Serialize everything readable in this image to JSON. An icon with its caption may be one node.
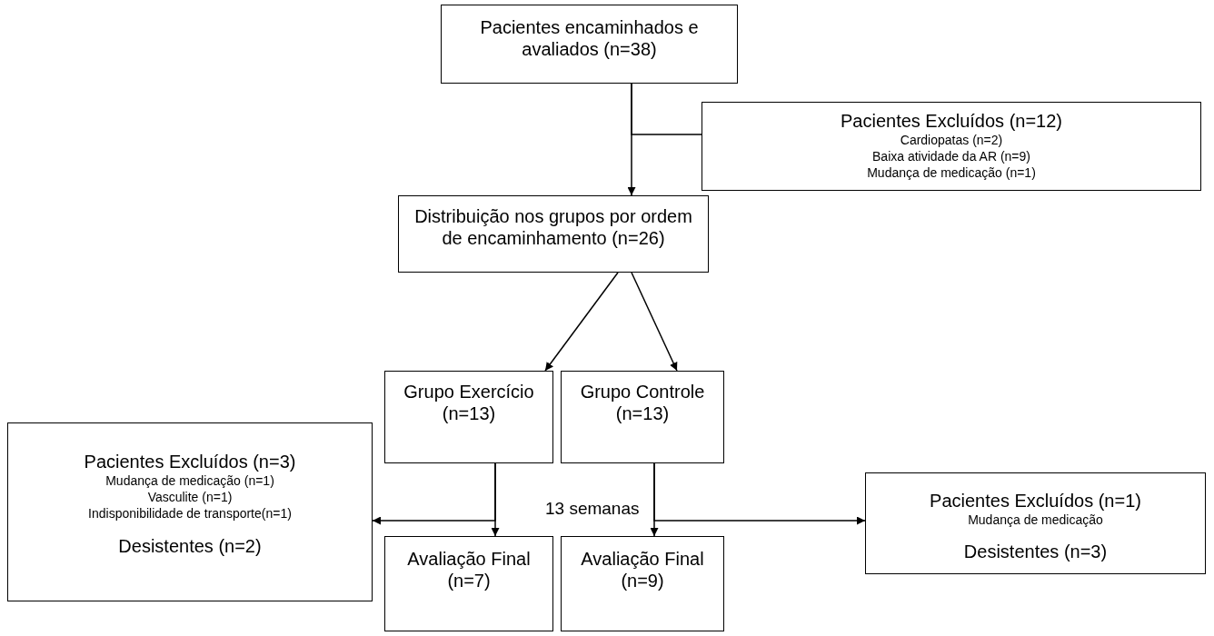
{
  "diagram": {
    "nodes": [
      {
        "text": [
          "Pacientes encaminhados e avaliados (n=38)"
        ]
      },
      {
        "text": [
          "Pacientes Excluídos (n=12)",
          "Cardiopatas (n=2)",
          "Baixa atividade da AR (n=9)",
          "Mudança de medicação (n=1)"
        ]
      },
      {
        "text": [
          "Distribuição nos grupos por ordem de encaminhamento (n=26)"
        ]
      },
      {
        "text": [
          "Grupo Exercício (n=13)"
        ]
      },
      {
        "text": [
          "Grupo Controle (n=13)"
        ]
      },
      {
        "text": [
          "Pacientes Excluídos (n=3)",
          "Mudança de medicação (n=1)",
          "Vasculite (n=1)",
          "Indisponibilidade de transporte(n=1)",
          "Desistentes (n=2)"
        ]
      },
      {
        "text": [
          "Pacientes Excluídos (n=1)",
          "Mudança de medicação",
          "Desistentes (n=3)"
        ]
      },
      {
        "text": [
          "Avaliação Final (n=7)"
        ]
      },
      {
        "text": [
          "Avaliação Final (n=9)"
        ]
      }
    ],
    "edges": [
      {
        "from": 0,
        "to": 2,
        "arrow": "to"
      },
      {
        "from": 0,
        "to": 1,
        "arrow": "none"
      },
      {
        "from": 2,
        "to": 3,
        "arrow": "to"
      },
      {
        "from": 2,
        "to": 4,
        "arrow": "to"
      },
      {
        "from": 3,
        "to": 7,
        "arrow": "to"
      },
      {
        "from": 3,
        "to": 5,
        "arrow": "to"
      },
      {
        "from": 4,
        "to": 8,
        "arrow": "to"
      },
      {
        "from": 4,
        "to": 6,
        "arrow": "to"
      }
    ],
    "labels": [
      "13 semanas"
    ]
  }
}
